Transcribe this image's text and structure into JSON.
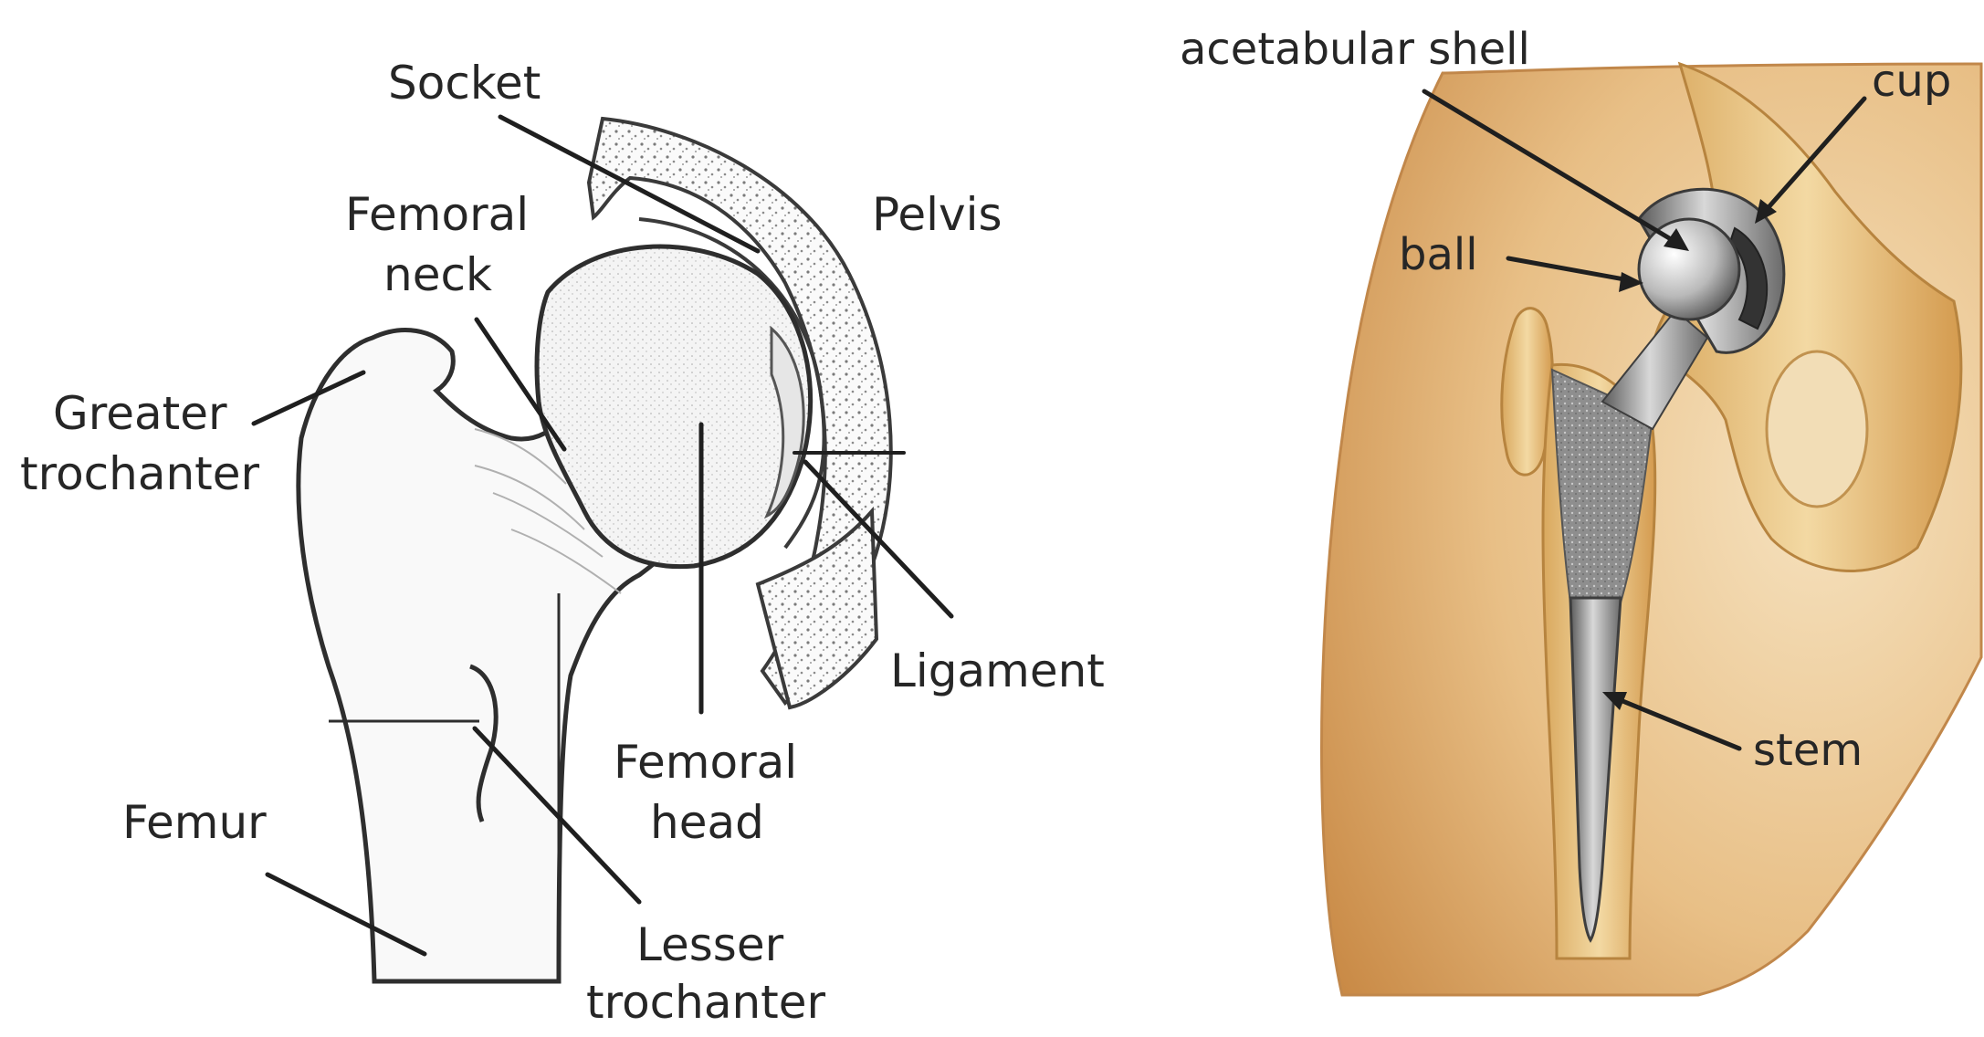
{
  "left_diagram": {
    "labels": {
      "socket": "Socket",
      "femoral_neck_line1": "Femoral",
      "femoral_neck_line2": "neck",
      "pelvis": "Pelvis",
      "greater_trochanter_line1": "Greater",
      "greater_trochanter_line2": "trochanter",
      "ligament": "Ligament",
      "femoral_head_line1": "Femoral",
      "femoral_head_line2": "head",
      "femur": "Femur",
      "lesser_trochanter_line1": "Lesser",
      "lesser_trochanter_line2": "trochanter"
    }
  },
  "right_diagram": {
    "labels": {
      "acetabular_shell": "acetabular shell",
      "cup": "cup",
      "ball": "ball",
      "stem": "stem"
    }
  },
  "colors": {
    "bone_beige": "#e9c98a",
    "skin_tan": "#c8894a",
    "metal_grey": "#9a9a9a",
    "ink": "#262626"
  }
}
